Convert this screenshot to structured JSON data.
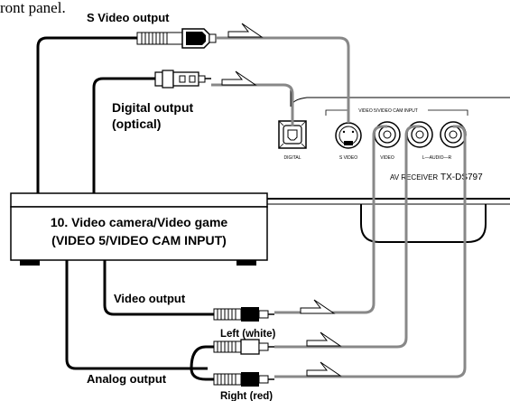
{
  "header_fragment": "ront panel.",
  "device": {
    "title_line1": "10. Video camera/Video game",
    "title_line2": "(VIDEO 5/VIDEO CAM INPUT)"
  },
  "outputs": {
    "s_video": "S Video output",
    "digital_line1": "Digital output",
    "digital_line2": "(optical)",
    "video": "Video output",
    "left_white": "Left (white)",
    "analog": "Analog output",
    "right_red": "Right (red)"
  },
  "panel": {
    "group_label": "VIDEO 5/VIDEO CAM INPUT",
    "digital_label": "DIGITAL",
    "s_video_label": "S VIDEO",
    "video_label": "VIDEO",
    "audio_label": "L—AUDIO—R",
    "model_label": "AV RECEIVER",
    "model_number": "TX-DS797"
  },
  "colors": {
    "cable_black": "#000000",
    "cable_gray": "#888888"
  }
}
